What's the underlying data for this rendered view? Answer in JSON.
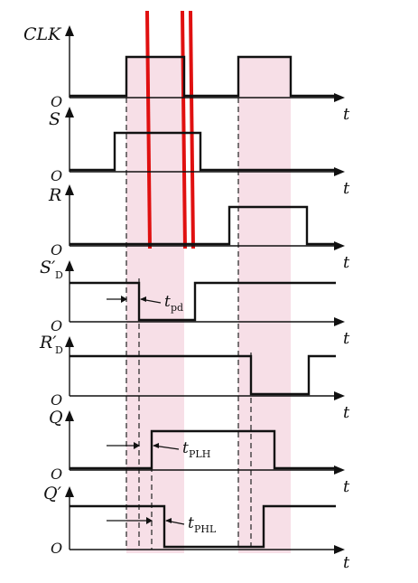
{
  "diagram": {
    "shade_color": "#f7dfe7",
    "marker_color": "#e01010",
    "axis_letter": "t",
    "origin_letter": "O",
    "signals": [
      {
        "key": "clk",
        "name": "CLK",
        "sub": ""
      },
      {
        "key": "s",
        "name": "S",
        "sub": ""
      },
      {
        "key": "r",
        "name": "R",
        "sub": ""
      },
      {
        "key": "sd",
        "name": "S′",
        "sub": "D"
      },
      {
        "key": "rd",
        "name": "R′",
        "sub": "D"
      },
      {
        "key": "q",
        "name": "Q",
        "sub": ""
      },
      {
        "key": "qn",
        "name": "Q′",
        "sub": ""
      }
    ],
    "annotations": {
      "tpd": {
        "main": "t",
        "sub": "pd"
      },
      "tplh": {
        "main": "t",
        "sub": "PLH"
      },
      "tphl": {
        "main": "t",
        "sub": "PHL"
      }
    }
  }
}
